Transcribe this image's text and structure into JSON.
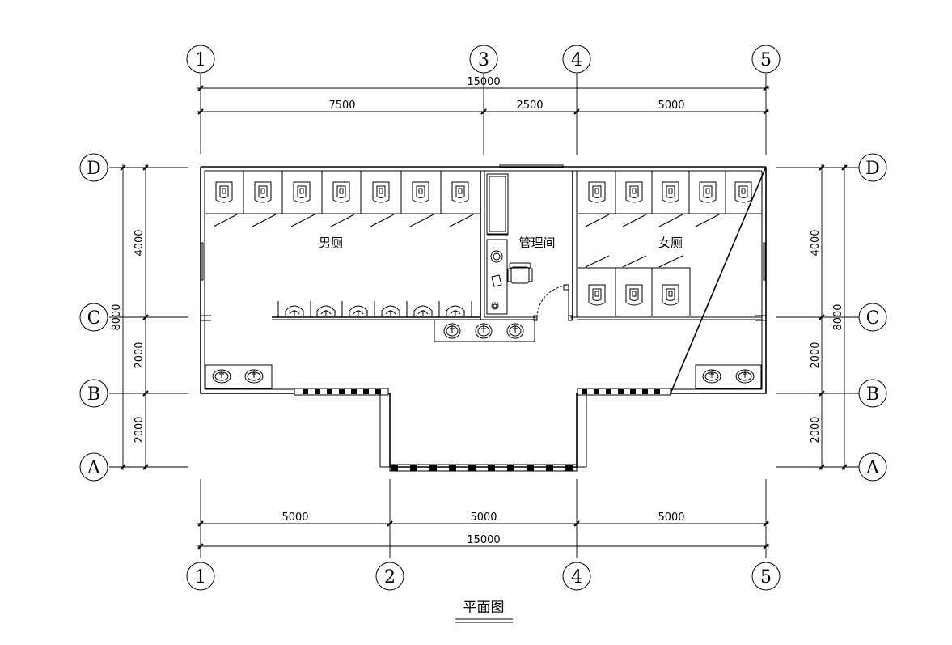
{
  "title": "平面图",
  "rooms": {
    "men": "男厕",
    "office": "管理间",
    "women": "女厕"
  },
  "grid": {
    "top": [
      "1",
      "3",
      "4",
      "5"
    ],
    "bottom": [
      "1",
      "2",
      "4",
      "5"
    ],
    "left": [
      "D",
      "C",
      "B",
      "A"
    ],
    "right": [
      "D",
      "C",
      "B",
      "A"
    ]
  },
  "dims": {
    "top_total": "15000",
    "top_segments": [
      "7500",
      "2500",
      "5000"
    ],
    "bottom_segments": [
      "5000",
      "5000",
      "5000"
    ],
    "bottom_total": "15000",
    "left_segments": [
      "4000",
      "2000",
      "2000"
    ],
    "left_total": "8000",
    "right_segments": [
      "4000",
      "2000",
      "2000"
    ],
    "right_total": "8000"
  }
}
